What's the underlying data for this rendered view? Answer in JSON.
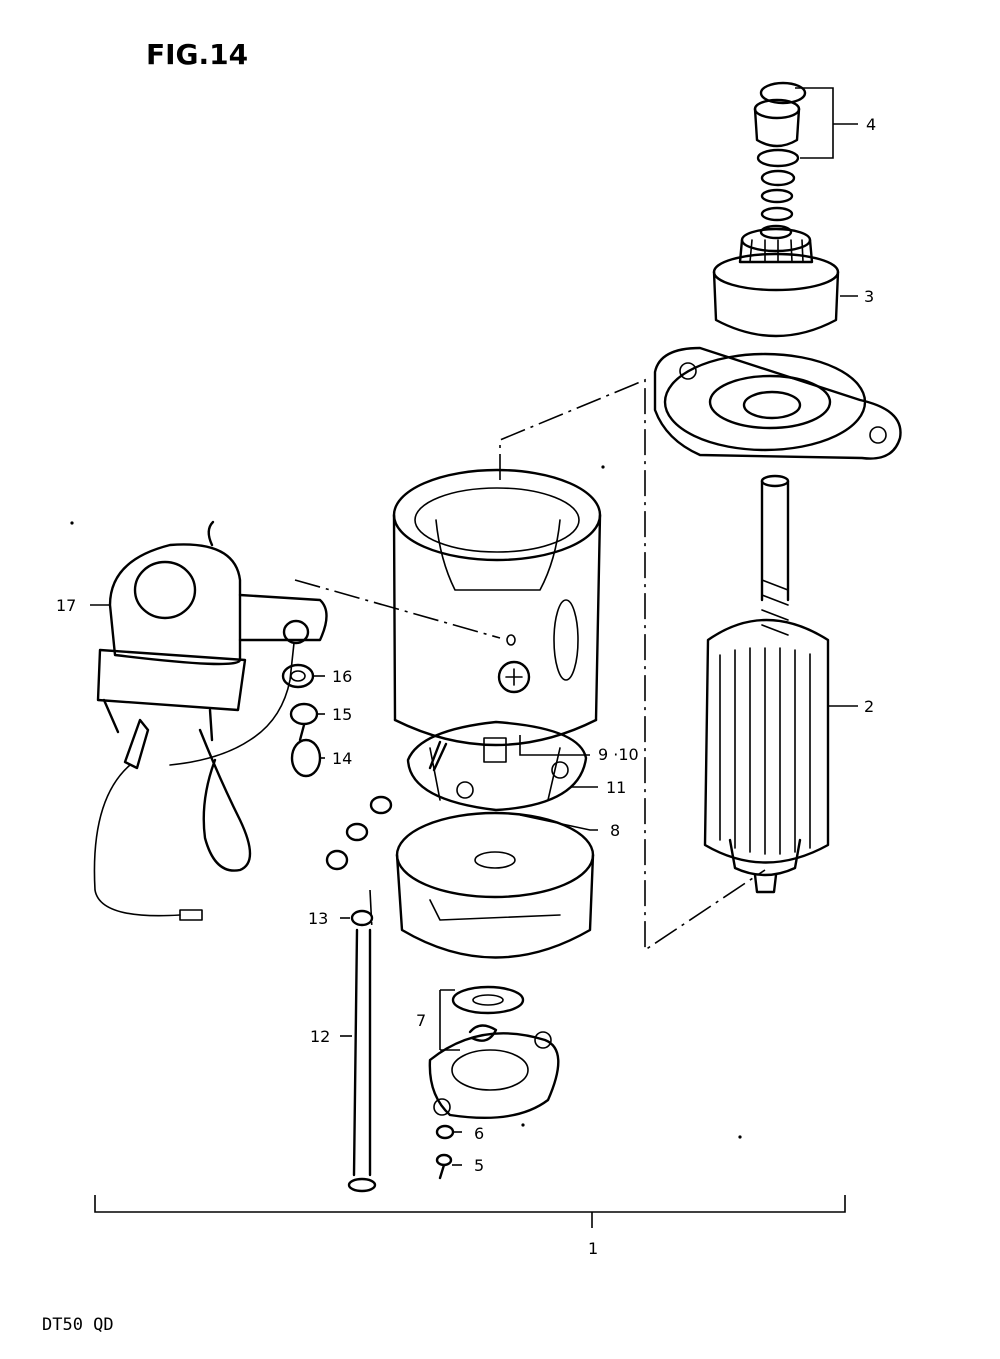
{
  "figure": {
    "title": "FIG.14",
    "model": "DT50 QD"
  },
  "callouts": {
    "c1": "1",
    "c2": "2",
    "c3": "3",
    "c4": "4",
    "c5": "5",
    "c6": "6",
    "c7": "7",
    "c8": "8",
    "c9_10": "9 ·10",
    "c11": "11",
    "c12": "12",
    "c13": "13",
    "c14": "14",
    "c15": "15",
    "c16": "16",
    "c17": "17"
  }
}
